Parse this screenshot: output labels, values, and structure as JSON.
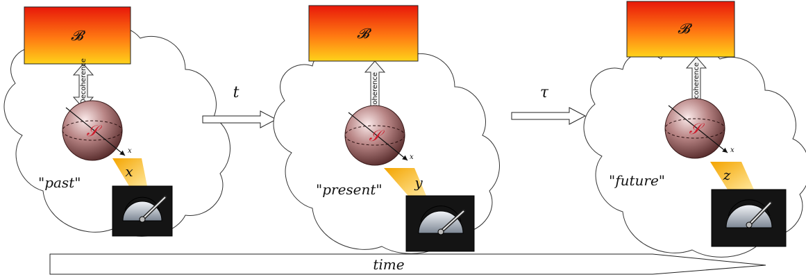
{
  "panels": [
    {
      "name": "past",
      "bath_label": "𝓑",
      "system_label": "𝒮",
      "interaction_label": "Decoherence",
      "axis_label": "x",
      "state_label": "\"past\"",
      "outcome_label": "x"
    },
    {
      "name": "present",
      "bath_label": "𝓑",
      "system_label": "𝒮",
      "interaction_label": "Decoherence",
      "axis_label": "x",
      "state_label": "\"present\"",
      "outcome_label": "y"
    },
    {
      "name": "future",
      "bath_label": "𝓑",
      "system_label": "𝒮",
      "interaction_label": "Decoherence",
      "axis_label": "x",
      "state_label": "\"future\"",
      "outcome_label": "z"
    }
  ],
  "transitions": [
    {
      "label": "t"
    },
    {
      "label": "τ"
    }
  ],
  "timeline": {
    "label": "time"
  },
  "colors": {
    "bath_top": "#e8180a",
    "bath_bottom": "#ffd21a",
    "sphere_light": "#f3d6d6",
    "sphere_dark": "#5a2a2a",
    "beam": "#f7b500",
    "system_text": "#cc1a2a"
  }
}
